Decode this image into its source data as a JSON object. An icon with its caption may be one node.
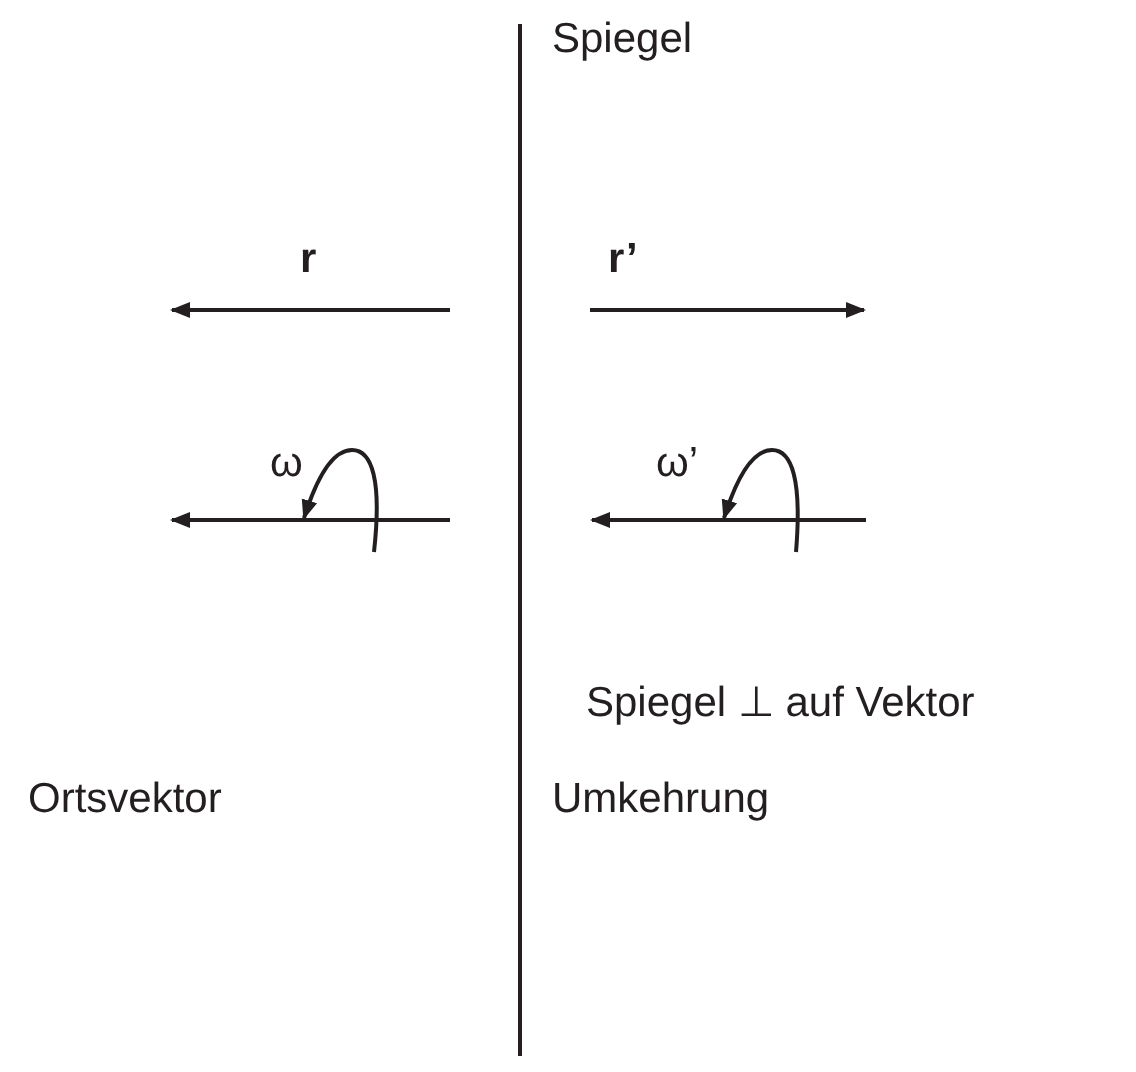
{
  "diagram": {
    "labels": [
      "Spiegel",
      "r",
      "r’",
      "ω",
      "ω’",
      "Spiegel ⊥ auf Vektor",
      "Ortsvektor",
      "Umkehrung"
    ]
  }
}
